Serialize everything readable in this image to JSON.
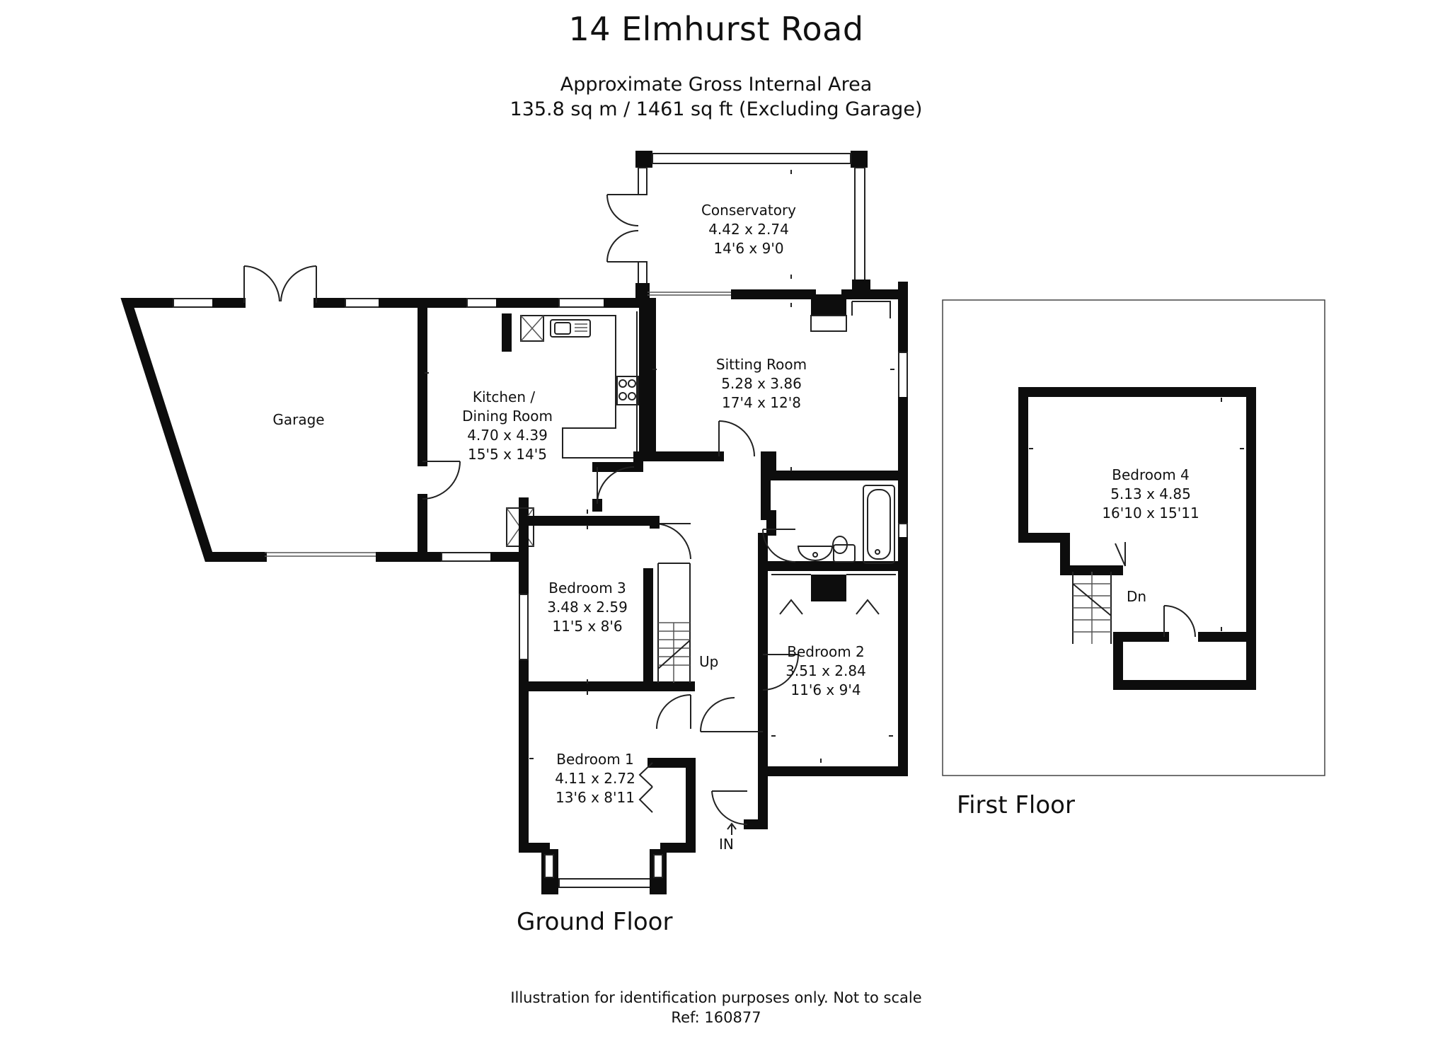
{
  "header": {
    "title": "14 Elmhurst Road",
    "area_label": "Approximate Gross Internal Area",
    "area_value": "135.8 sq m / 1461 sq ft (Excluding Garage)"
  },
  "ground_floor": {
    "label": "Ground Floor",
    "rooms": {
      "conservatory": {
        "name": "Conservatory",
        "metric": "4.42 x 2.74",
        "imperial": "14'6 x 9'0"
      },
      "garage": {
        "name": "Garage"
      },
      "kitchen": {
        "name_line1": "Kitchen /",
        "name_line2": "Dining Room",
        "metric": "4.70 x 4.39",
        "imperial": "15'5 x 14'5"
      },
      "sitting_room": {
        "name": "Sitting Room",
        "metric": "5.28 x 3.86",
        "imperial": "17'4 x 12'8"
      },
      "bedroom3": {
        "name": "Bedroom 3",
        "metric": "3.48 x 2.59",
        "imperial": "11'5 x 8'6"
      },
      "bedroom2": {
        "name": "Bedroom 2",
        "metric": "3.51 x 2.84",
        "imperial": "11'6 x 9'4"
      },
      "bedroom1": {
        "name": "Bedroom 1",
        "metric": "4.11 x 2.72",
        "imperial": "13'6 x 8'11"
      }
    },
    "markers": {
      "stairs": "Up",
      "entrance": "IN"
    }
  },
  "first_floor": {
    "label": "First Floor",
    "rooms": {
      "bedroom4": {
        "name": "Bedroom 4",
        "metric": "5.13 x 4.85",
        "imperial": "16'10 x 15'11"
      }
    },
    "markers": {
      "stairs": "Dn"
    }
  },
  "footer": {
    "disclaimer": "Illustration for identification purposes only. Not to scale",
    "reference": "Ref: 160877"
  }
}
